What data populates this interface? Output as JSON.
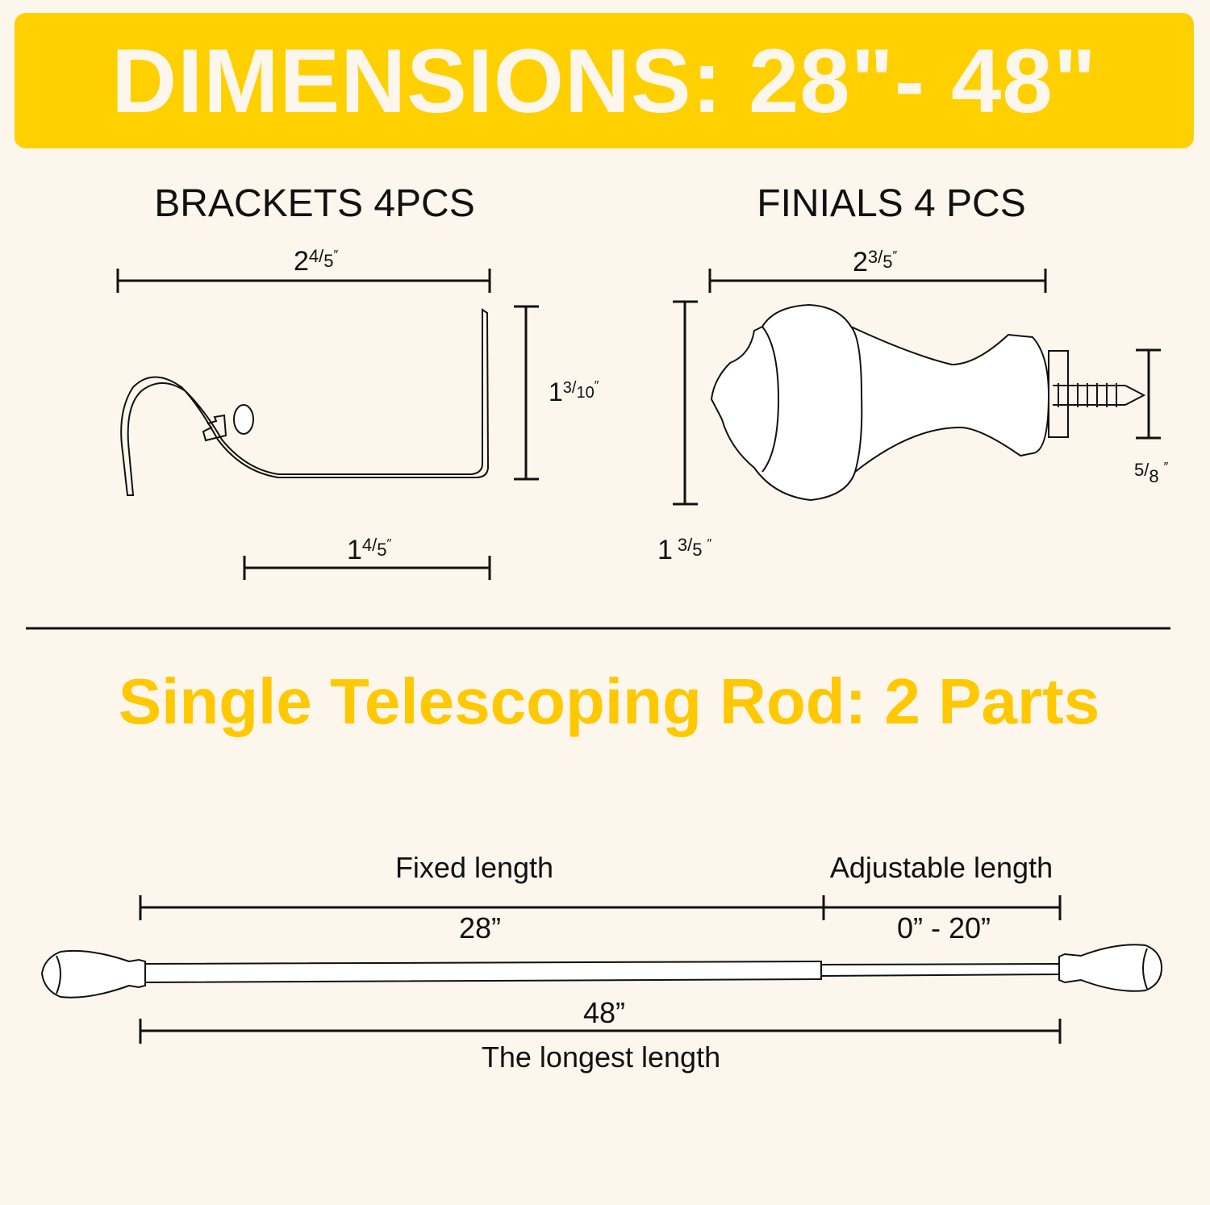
{
  "header": {
    "title": "DIMENSIONS: 28\"- 48\""
  },
  "brackets": {
    "title": "BRACKETS 4PCS",
    "width": {
      "whole": "2",
      "num": "4",
      "den": "5",
      "unit": "″"
    },
    "height": {
      "whole": "1",
      "num": "3",
      "den": "10",
      "unit": "″"
    },
    "depth": {
      "whole": "1",
      "num": "4",
      "den": "5",
      "unit": "″"
    }
  },
  "finials": {
    "title": "FINIALS 4 PCS",
    "length": {
      "whole": "2",
      "num": "3",
      "den": "5",
      "unit": "″"
    },
    "height": {
      "whole": "1",
      "num": "3",
      "den": "5",
      "unit": "″"
    },
    "screw": {
      "num": "5",
      "den": "8",
      "unit": "″"
    }
  },
  "rod": {
    "title": "Single Telescoping Rod: 2 Parts",
    "fixed_label": "Fixed length",
    "fixed_value": "28”",
    "adjustable_label": "Adjustable length",
    "adjustable_value": "0” - 20”",
    "total_value": "48”",
    "total_label": "The longest length"
  },
  "colors": {
    "accent": "#ffd000",
    "title_text": "#ffc800",
    "background": "#fdf6ec"
  }
}
